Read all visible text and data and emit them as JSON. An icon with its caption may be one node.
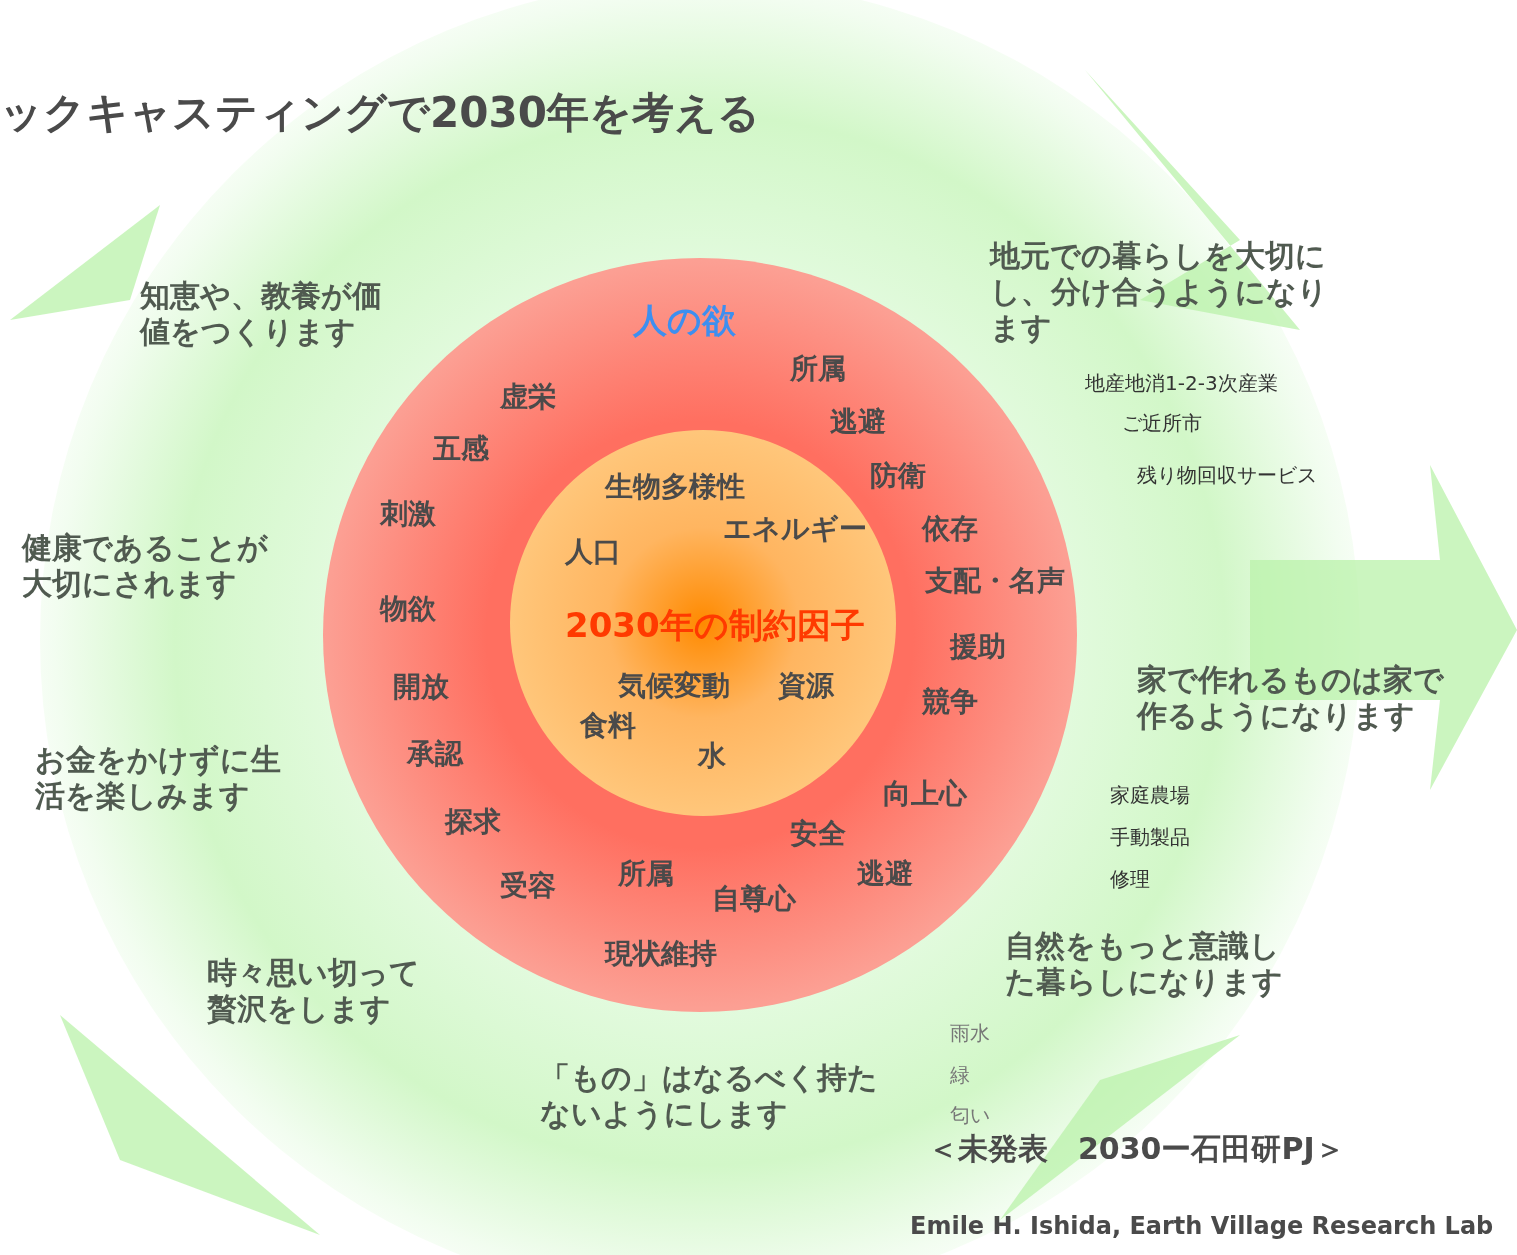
{
  "diagram": {
    "title": "ックキャスティングで2030年を考える",
    "nodes": [
      {
        "text": [
          "人の欲",
          "所属",
          "虚栄",
          "逃避",
          "五感",
          "防衛",
          "刺激",
          "依存",
          "支配・名声",
          "物欲",
          "援助",
          "開放",
          "競争",
          "承認",
          "向上心",
          "探求",
          "安全",
          "所属",
          "逃避",
          "受容",
          "自尊心",
          "現状維持"
        ]
      },
      {
        "text": [
          "生物多様性",
          "エネルギー",
          "人口",
          "2030年の制約因子",
          "気候変動",
          "資源",
          "食料",
          "水"
        ],
        "in": 0
      }
    ],
    "labels": [
      "知恵や、教養が価値をつくります",
      "地元での暮らしを大切にし、分け合うようになります",
      "地産地消1-2-3次産業",
      "ご近所市",
      "残り物回収サービス",
      "健康であることが大切にされます",
      "家で作れるものは家で作るようになります",
      "お金をかけずに生活を楽しみます",
      "家庭農場",
      "手動製品",
      "修理",
      "自然をもっと意識した暮らしになります",
      "時々思い切って贅沢をします",
      "雨水",
      "緑",
      "「もの」はなるべく持たないようにします",
      "匂い",
      "＜未発表　2030ー石田研PJ＞",
      "Emile  H. Ishida, Earth Village Research Lab"
    ]
  }
}
